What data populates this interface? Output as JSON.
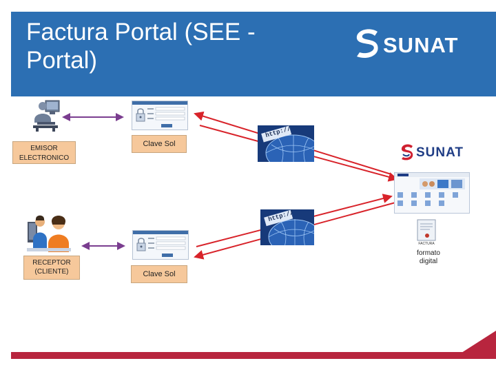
{
  "header": {
    "title": "Factura Portal (SEE -\nPortal)",
    "logo_text": "SUNAT"
  },
  "emisor": {
    "label": "EMISOR\nELECTRONICO"
  },
  "receptor": {
    "label": "RECEPTOR\n(CLIENTE)"
  },
  "clave_top": {
    "label": "Clave Sol"
  },
  "clave_bottom": {
    "label": "Clave Sol"
  },
  "sunat_small_logo": {
    "text": "SUNAT"
  },
  "document": {
    "tag": "FACTURA",
    "caption": "formato\ndigital"
  },
  "url_text": "http://",
  "colors": {
    "header": "#2c6fb3",
    "footer": "#b8253e",
    "arrow_red": "#d8232a",
    "arrow_purple": "#7a3d8f",
    "box_fill": "#f6c89b"
  }
}
